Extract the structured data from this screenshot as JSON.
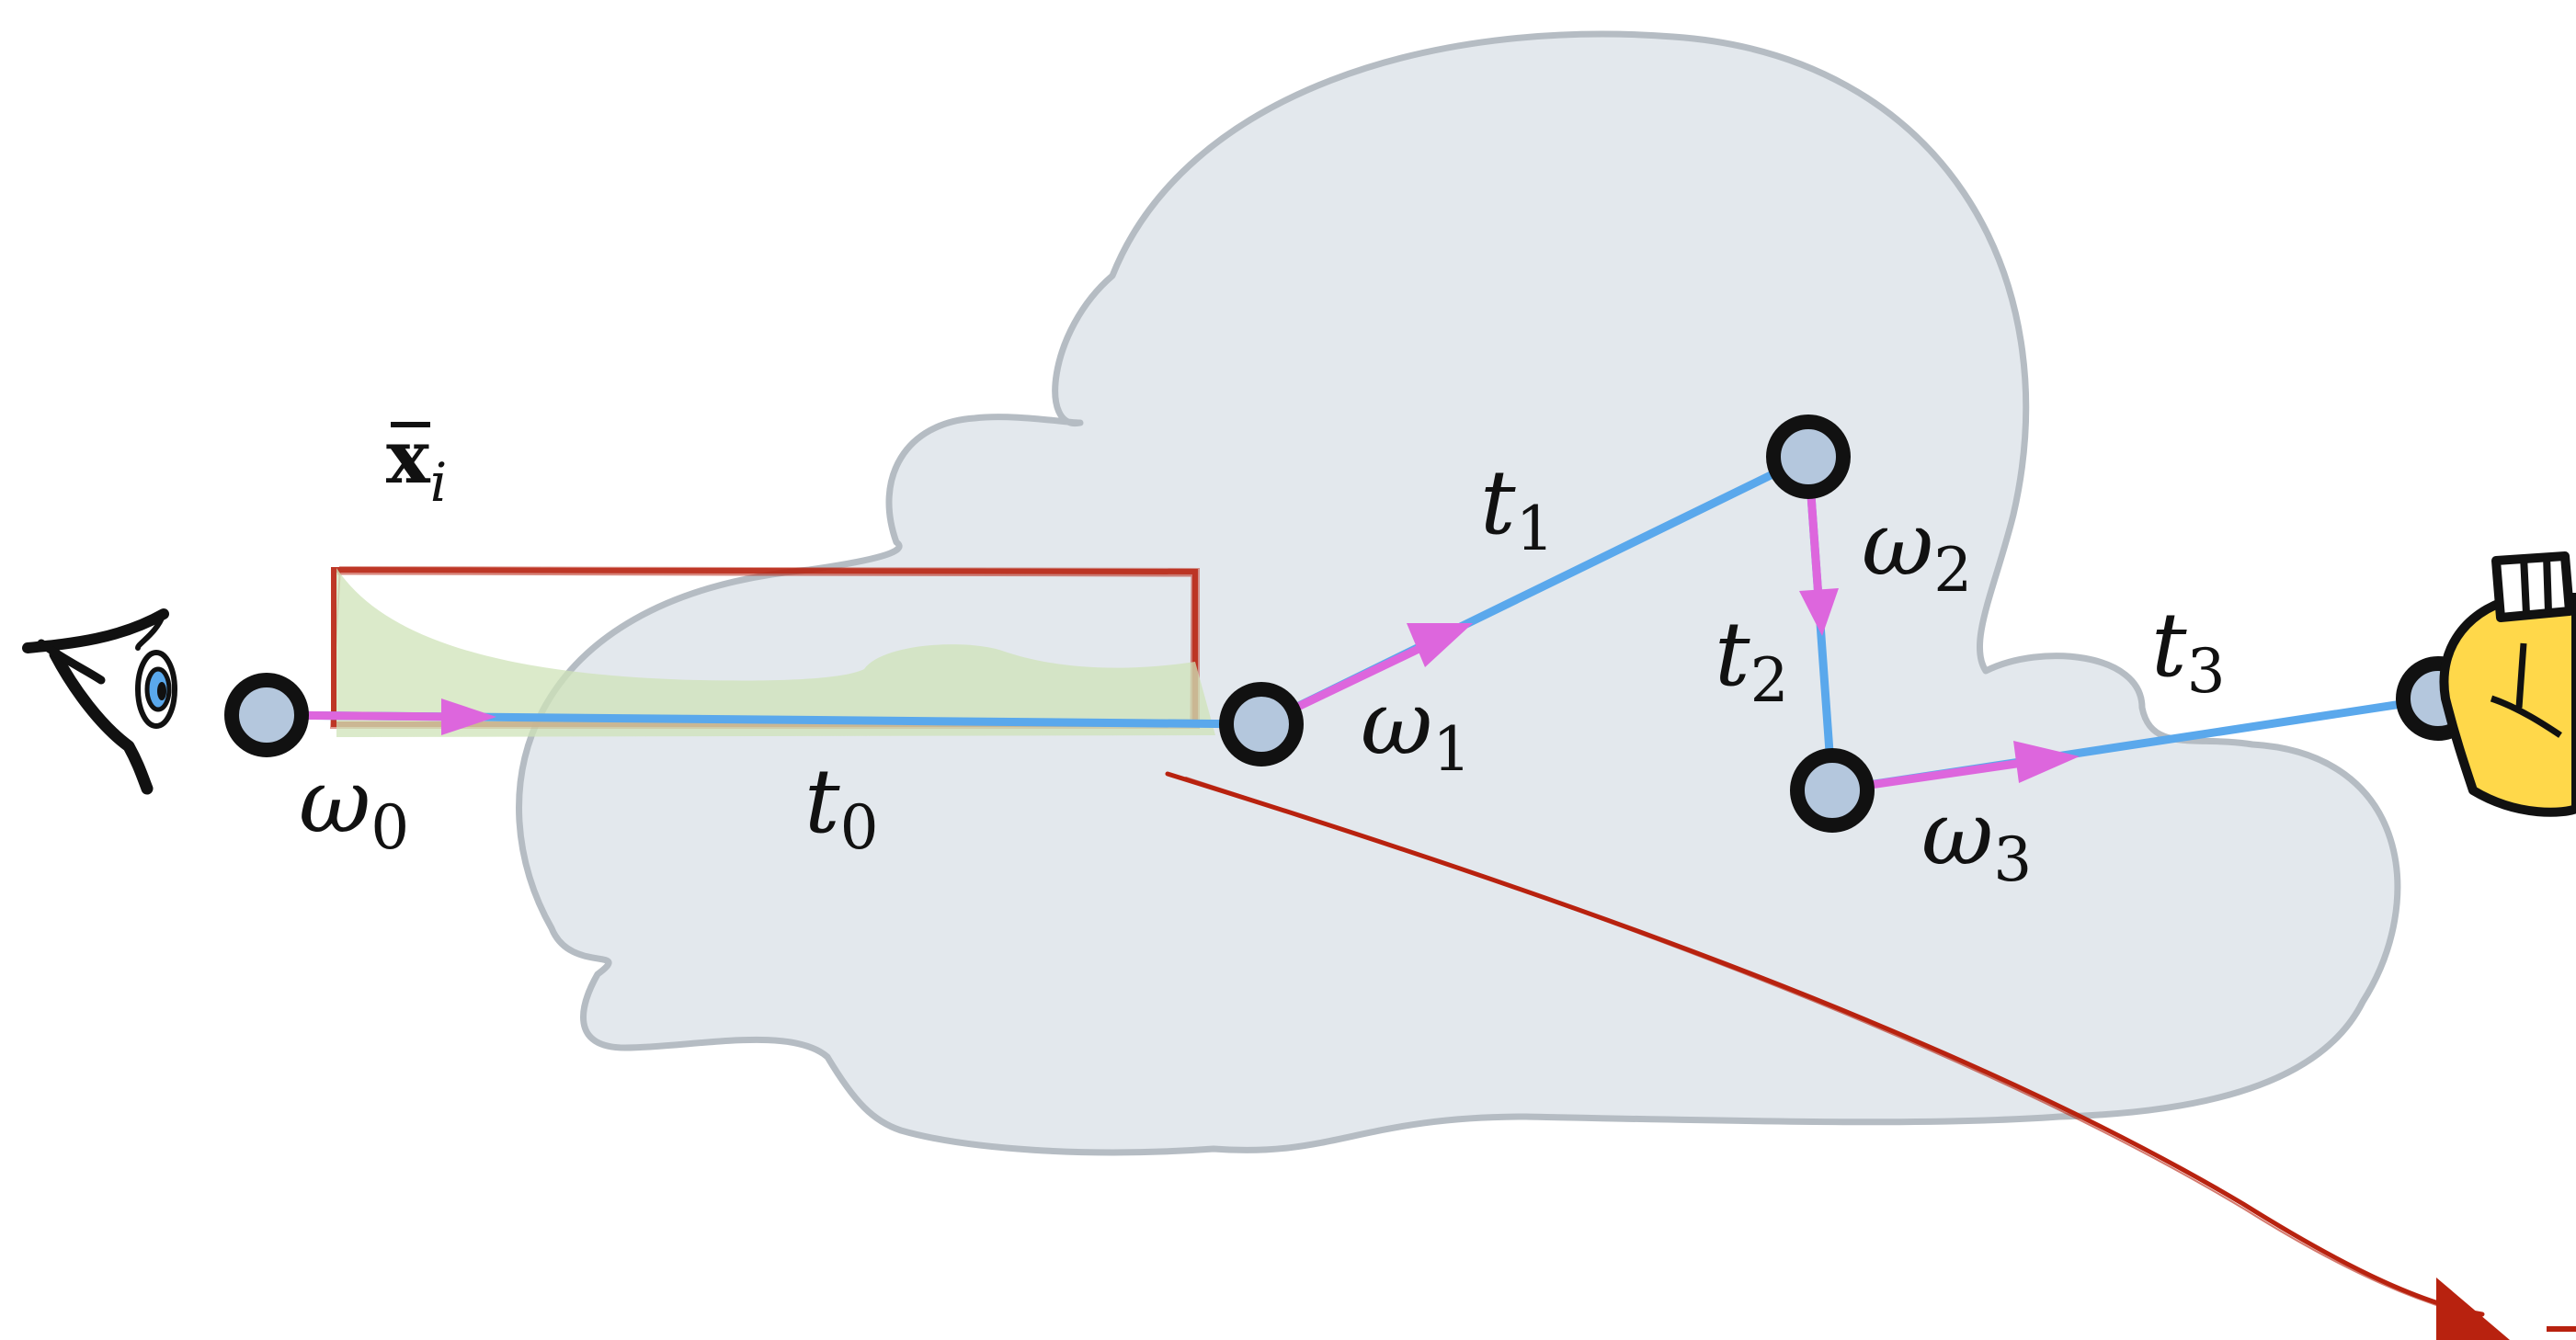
{
  "labels": {
    "xbar": {
      "base": "x",
      "sub": "i"
    },
    "t0": {
      "base": "t",
      "sub": "0"
    },
    "t1": {
      "base": "t",
      "sub": "1"
    },
    "t2": {
      "base": "t",
      "sub": "2"
    },
    "t3": {
      "base": "t",
      "sub": "3"
    },
    "w0": {
      "base": "ω",
      "sub": "0"
    },
    "w1": {
      "base": "ω",
      "sub": "1"
    },
    "w2": {
      "base": "ω",
      "sub": "2"
    },
    "w3": {
      "base": "ω",
      "sub": "3"
    }
  },
  "colors": {
    "cloud_fill": "#e3e8ed",
    "cloud_stroke": "#b5bcc3",
    "segment": "#5aa8ec",
    "direction": "#dd66dd",
    "vertex_fill": "#b4c7dd",
    "vertex_stroke": "#111111",
    "sketch_red": "#b8220f",
    "density_fill": "#cfe3b8",
    "bulb": "#ffd84a"
  },
  "icons": {
    "eye": "eye-icon",
    "light": "light-bulb-icon"
  }
}
